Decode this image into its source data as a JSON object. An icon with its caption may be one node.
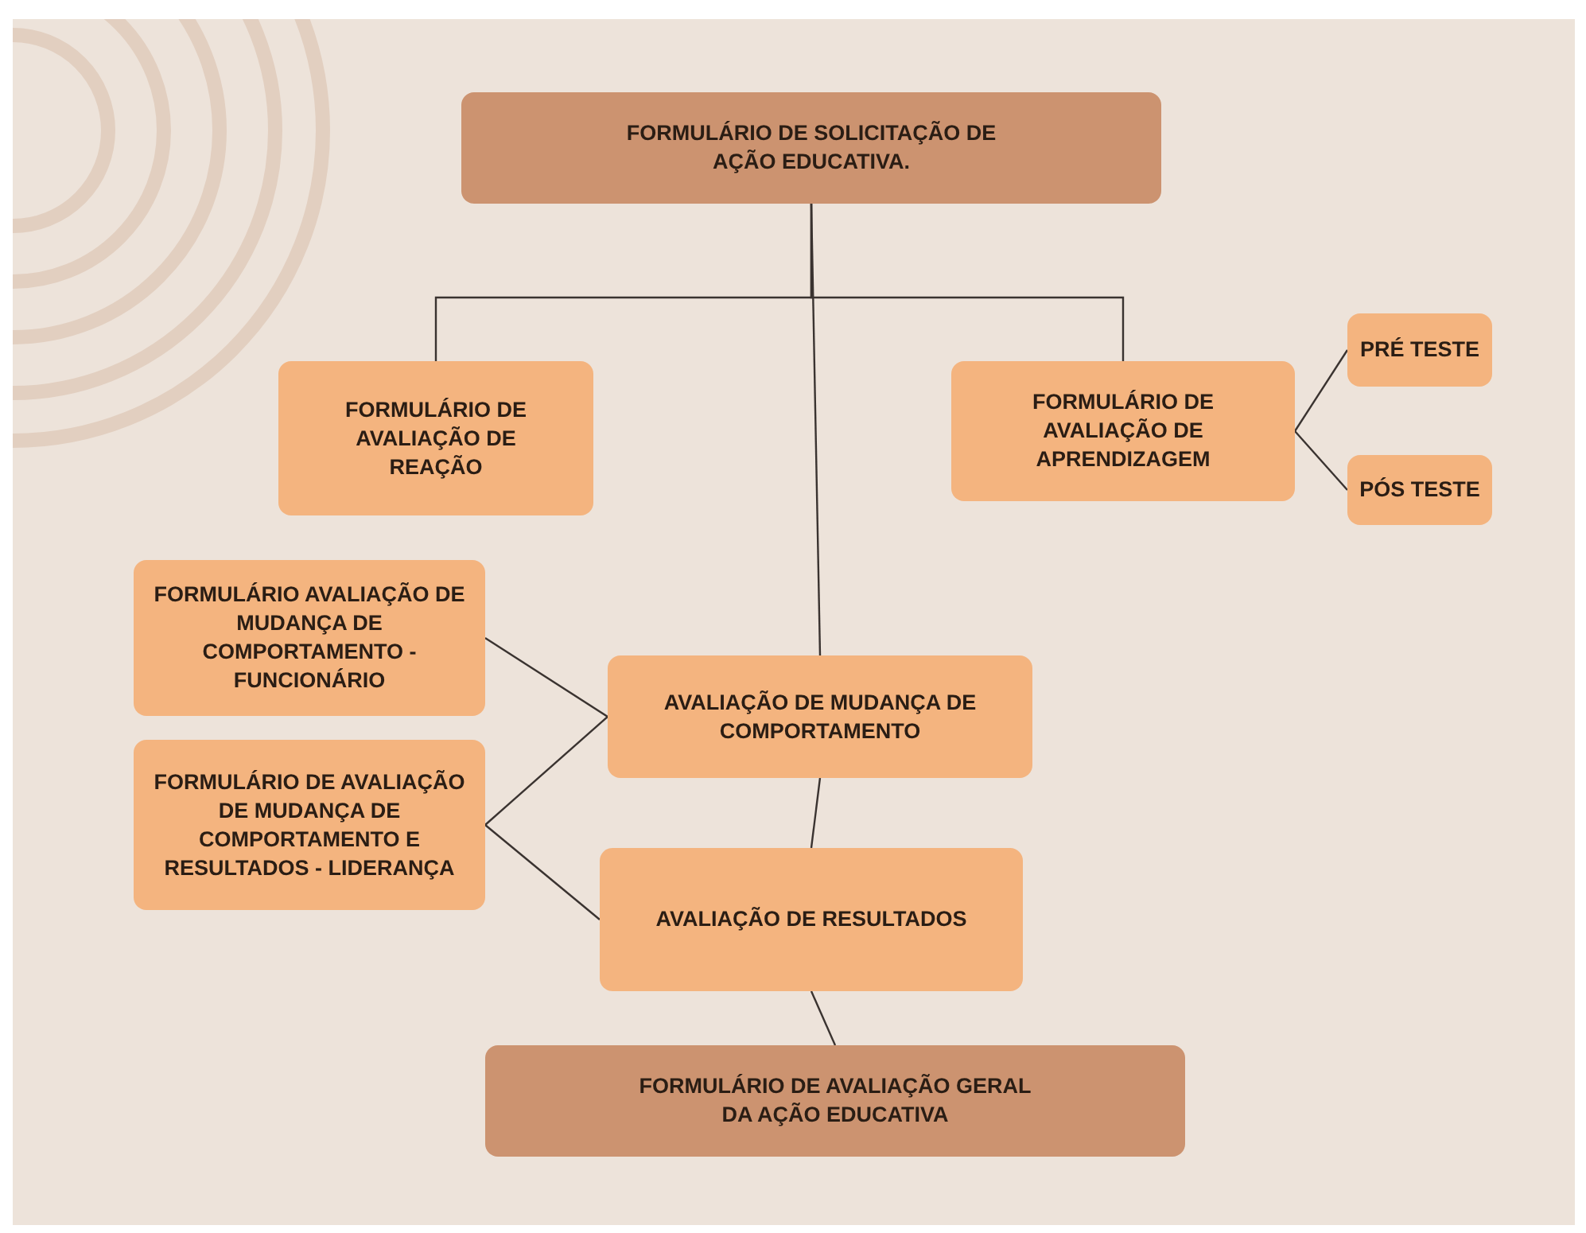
{
  "diagram": {
    "nodes": [
      {
        "text": [
          "FORMULÁRIO DE SOLICITAÇÃO DE AÇÃO EDUCATIVA."
        ]
      },
      {
        "text": [
          "FORMULÁRIO DE AVALIAÇÃO DE REAÇÃO"
        ]
      },
      {
        "text": [
          "FORMULÁRIO DE AVALIAÇÃO DE APRENDIZAGEM"
        ]
      },
      {
        "text": [
          "PRÉ TESTE"
        ]
      },
      {
        "text": [
          "PÓS TESTE"
        ]
      },
      {
        "text": [
          "FORMULÁRIO AVALIAÇÃO DE MUDANÇA DE COMPORTAMENTO - FUNCIONÁRIO"
        ]
      },
      {
        "text": [
          "AVALIAÇÃO DE MUDANÇA DE COMPORTAMENTO"
        ]
      },
      {
        "text": [
          "FORMULÁRIO DE AVALIAÇÃO DE MUDANÇA DE COMPORTAMENTO E RESULTADOS - LIDERANÇA"
        ]
      },
      {
        "text": [
          "AVALIAÇÃO DE RESULTADOS"
        ]
      },
      {
        "text": [
          "FORMULÁRIO DE AVALIAÇÃO GERAL DA AÇÃO EDUCATIVA"
        ]
      }
    ],
    "edges": [
      {
        "from": 0,
        "to": 1,
        "arrow": "none"
      },
      {
        "from": 0,
        "to": 2,
        "arrow": "none"
      },
      {
        "from": 0,
        "to": 6,
        "arrow": "none"
      },
      {
        "from": 2,
        "to": 3,
        "arrow": "none"
      },
      {
        "from": 2,
        "to": 4,
        "arrow": "none"
      },
      {
        "from": 5,
        "to": 6,
        "arrow": "none"
      },
      {
        "from": 7,
        "to": 6,
        "arrow": "none"
      },
      {
        "from": 7,
        "to": 8,
        "arrow": "none"
      },
      {
        "from": 6,
        "to": 8,
        "arrow": "none"
      },
      {
        "from": 8,
        "to": 9,
        "arrow": "none"
      }
    ]
  }
}
